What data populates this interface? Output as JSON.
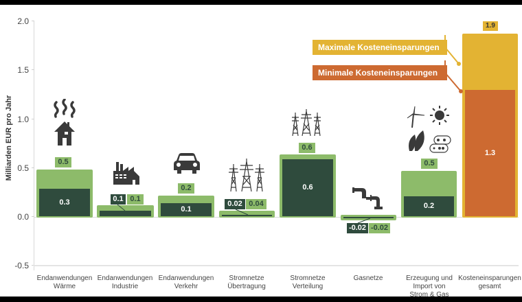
{
  "chart_data": {
    "type": "bar",
    "title": "",
    "xlabel": "",
    "ylabel": "Milliarden EUR pro Jahr",
    "ylim": [
      -0.5,
      2.0
    ],
    "yticks": [
      "2.0",
      "1.5",
      "1.0",
      "0.5",
      "0.0",
      "-0.5"
    ],
    "grid": false,
    "categories": [
      "Endanwendungen\nWärme",
      "Endanwendungen\nIndustrie",
      "Endanwendungen\nVerkehr",
      "Stromnetze\nÜbertragung",
      "Stromnetze\nVerteilung",
      "Gasnetze",
      "Erzeugung und\nImport von\nStrom & Gas",
      "Kosteneinsparungen\ngesamt"
    ],
    "series": [
      {
        "name": "Maximale Kosteneinsparungen",
        "values": [
          0.5,
          0.1,
          0.2,
          0.04,
          0.6,
          -0.02,
          0.5,
          1.9
        ],
        "labels": [
          "0.5",
          "0.1",
          "0.2",
          "0.04",
          "0.6",
          "-0.02",
          "0.5",
          "1.9"
        ]
      },
      {
        "name": "Minimale Kosteneinsparungen",
        "values": [
          0.3,
          0.1,
          0.1,
          0.02,
          0.6,
          -0.02,
          0.2,
          1.3
        ],
        "labels": [
          "0.3",
          "0.1",
          "0.1",
          "0.02",
          "0.6",
          "-0.02",
          "0.2",
          "1.3"
        ]
      }
    ],
    "legend": {
      "position": "top-right",
      "entries": [
        "Maximale Kosteneinsparungen",
        "Minimale Kosteneinsparungen"
      ]
    },
    "colors": {
      "max_green": "#8dbb6a",
      "min_green": "#2f4b3d",
      "max_total": "#e3b333",
      "min_total": "#cd6a31"
    },
    "icons": [
      "heat-house-icon",
      "factory-icon",
      "car-icon",
      "transmission-pylons-icon",
      "distribution-pylons-icon",
      "gas-pipe-icon",
      "renewables-icon",
      ""
    ]
  }
}
